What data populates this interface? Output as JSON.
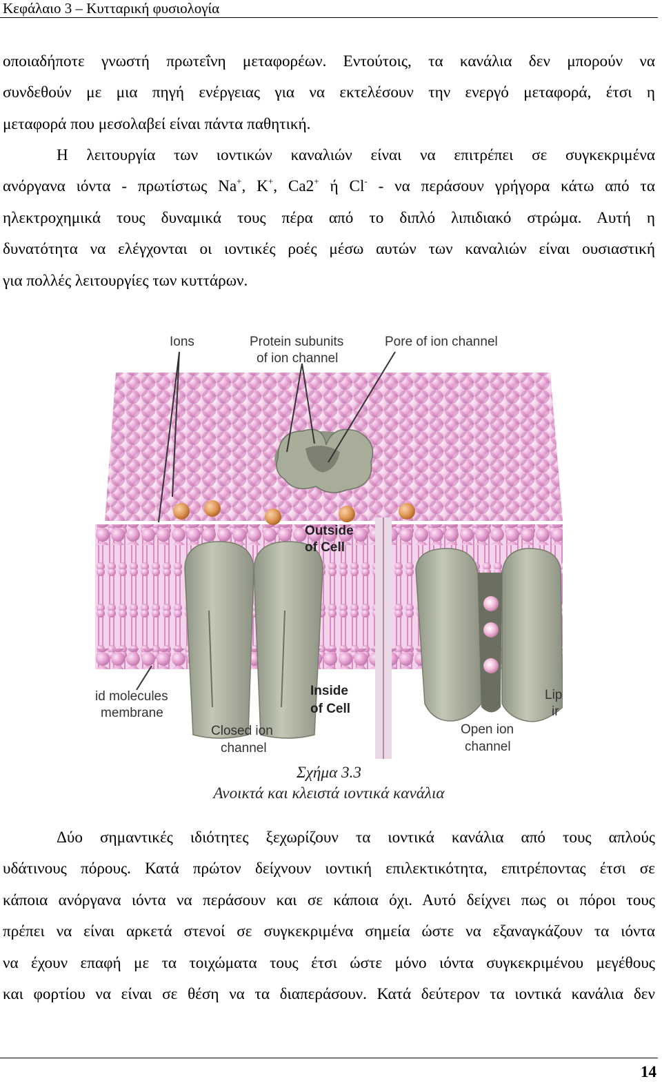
{
  "header": {
    "title": "Κεφάλαιο 3 – Κυτταρική φυσιολογία"
  },
  "paragraph1": {
    "lines": [
      "οποιαδήποτε γνωστή πρωτεΐνη μεταφορέων. Εντούτοις, τα κανάλια δεν μπορούν να",
      "συνδεθούν με μια πηγή ενέργειας για να εκτελέσουν την ενεργό μεταφορά, έτσι η",
      "μεταφορά που μεσολαβεί είναι πάντα παθητική."
    ]
  },
  "paragraph2": {
    "line1": "Η λειτουργία των ιοντικών καναλιών είναι να επιτρέπει σε συγκεκριμένα",
    "line2_a": "ανόργανα ιόντα - πρωτίστως Na",
    "line2_sup1": "+",
    "line2_b": ", K",
    "line2_sup2": "+",
    "line2_c": ", Ca2",
    "line2_sup3": "+",
    "line2_d": " ή Cl",
    "line2_sup4": "-",
    "line2_e": " - να περάσουν γρήγορα κάτω από τα",
    "line3": "ηλεκτροχημικά τους δυναμικά τους πέρα από το διπλό λιπιδιακό στρώμα. Αυτή η",
    "line4": "δυνατότητα να ελέγχονται οι ιοντικές ροές μέσω αυτών των καναλιών είναι ουσιαστική",
    "line5": "για πολλές λειτουργίες των κυττάρων."
  },
  "figure": {
    "labels": {
      "ions": "Ions",
      "protein_subunits_1": "Protein subunits",
      "protein_subunits_2": "of ion channel",
      "pore": "Pore of ion channel",
      "outside_1": "Outside",
      "outside_2": "of Cell",
      "inside_1": "Inside",
      "inside_2": "of Cell",
      "lipid_1": "id molecules",
      "lipid_2": "membrane",
      "lipid_right_1": "Lip",
      "lipid_right_2": "ir",
      "closed_1": "Closed ion",
      "closed_2": "channel",
      "open_1": "Open ion",
      "open_2": "channel"
    },
    "colors": {
      "membrane_pink": "#e9a6d6",
      "protein_gray": "#a8ad9a",
      "ion_orange": "#e29a5a"
    }
  },
  "caption": {
    "number": "Σχήμα 3.3",
    "title": "Ανοικτά και κλειστά ιοντικά κανάλια"
  },
  "paragraph3": {
    "line1": "Δύο σημαντικές ιδιότητες ξεχωρίζουν τα ιοντικά κανάλια από τους απλούς",
    "line2": "υδάτινους πόρους. Κατά πρώτον δείχνουν ιοντική επιλεκτικότητα, επιτρέποντας έτσι σε",
    "line3": "κάποια ανόργανα ιόντα να περάσουν και σε κάποια όχι. Αυτό δείχνει πως οι πόροι τους",
    "line4": "πρέπει να είναι αρκετά στενοί σε συγκεκριμένα σημεία ώστε να εξαναγκάζουν τα ιόντα",
    "line5": "να έχουν επαφή με τα τοιχώματα τους έτσι ώστε μόνο ιόντα συγκεκριμένου μεγέθους",
    "line6": "και φορτίου να είναι σε θέση να τα διαπεράσουν. Κατά δεύτερον τα ιοντικά κανάλια δεν"
  },
  "footer": {
    "page_number": "14"
  }
}
